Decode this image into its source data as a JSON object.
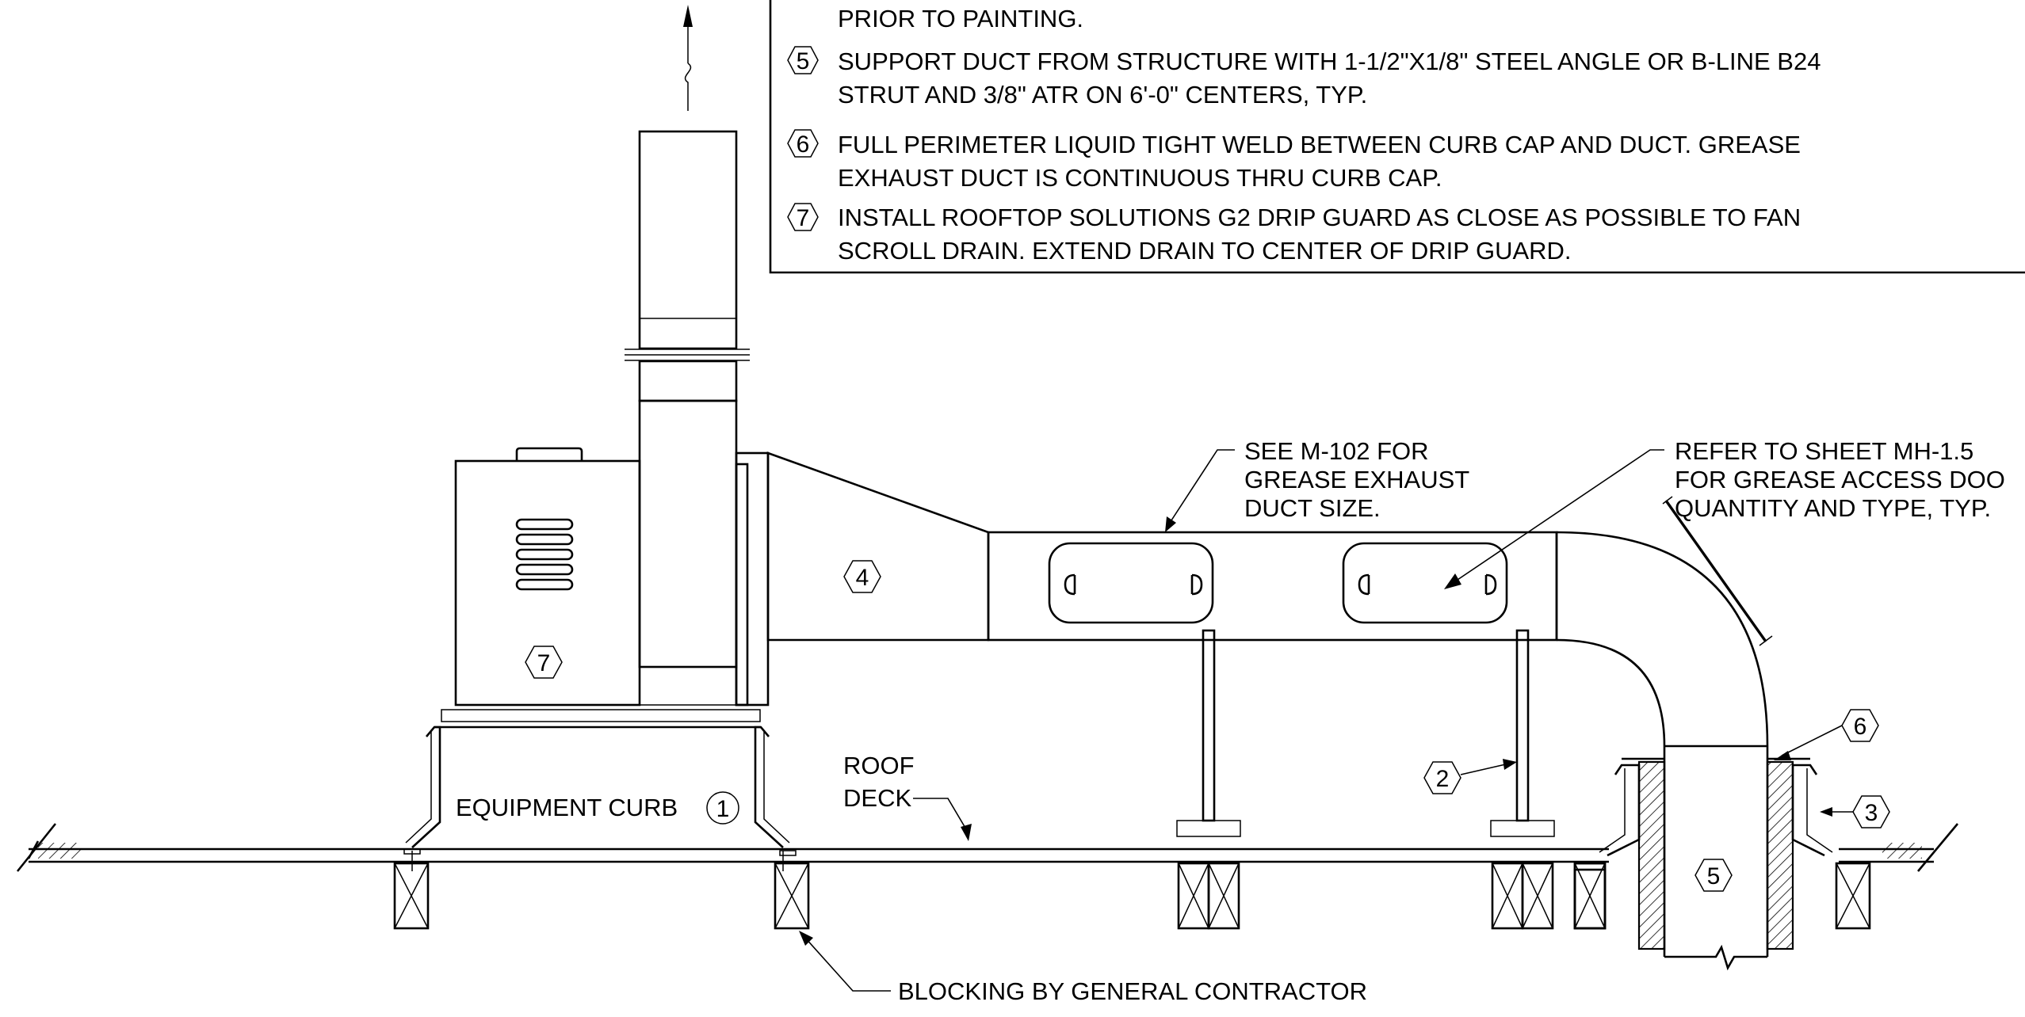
{
  "notes": {
    "line_top": "PRIOR TO PAINTING.",
    "items": [
      {
        "num": "5",
        "lines": [
          "SUPPORT DUCT FROM STRUCTURE WITH 1-1/2\"X1/8\" STEEL ANGLE OR B-LINE B24",
          "STRUT AND 3/8\" ATR ON 6'-0\" CENTERS, TYP."
        ]
      },
      {
        "num": "6",
        "lines": [
          "FULL PERIMETER LIQUID TIGHT WELD BETWEEN CURB CAP AND DUCT.  GREASE",
          "EXHAUST DUCT IS CONTINUOUS THRU CURB CAP."
        ]
      },
      {
        "num": "7",
        "lines": [
          "INSTALL ROOFTOP SOLUTIONS G2 DRIP GUARD AS CLOSE AS POSSIBLE TO FAN",
          "SCROLL DRAIN.  EXTEND DRAIN TO CENTER OF DRIP GUARD."
        ]
      }
    ]
  },
  "labels": {
    "duct_size": [
      "SEE M-102 FOR",
      "GREASE EXHAUST",
      "DUCT SIZE."
    ],
    "access_door": [
      "REFER TO SHEET MH-1.5",
      "FOR GREASE ACCESS DOO",
      "QUANTITY AND TYPE, TYP."
    ],
    "equipment_curb": "EQUIPMENT CURB",
    "roof_deck": [
      "ROOF",
      "DECK"
    ],
    "blocking": "BLOCKING BY GENERAL CONTRACTOR"
  },
  "tags": {
    "curb": "1",
    "support": "2",
    "curb_side": "3",
    "transition": "4",
    "riser": "5",
    "weld": "6",
    "fan": "7"
  }
}
